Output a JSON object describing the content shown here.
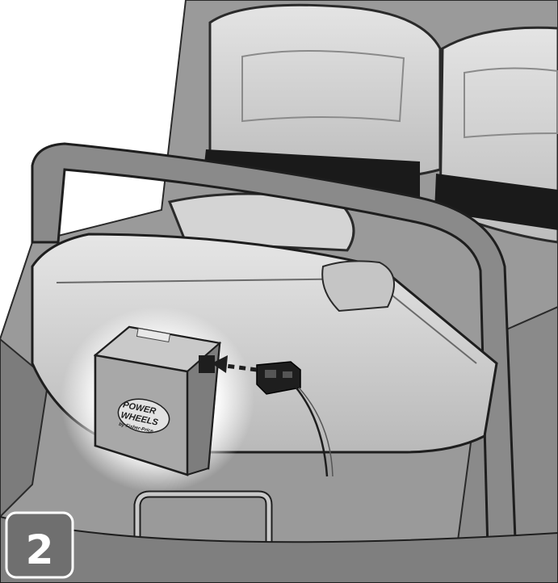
{
  "figure": {
    "step_number": "2",
    "battery_logo_line1": "POWER",
    "battery_logo_line2": "WHEELS",
    "battery_logo_line3": "by Fisher-Price"
  },
  "colors": {
    "background": "#ffffff",
    "badge_fill": "#6f6f6f",
    "badge_text": "#ffffff",
    "battery_body": "#9c9c9c",
    "connector": "#1e1e1e",
    "tray": "#c8c8c8",
    "outline": "#2a2a2a"
  },
  "icons": [
    "dashed-arrow-icon"
  ]
}
